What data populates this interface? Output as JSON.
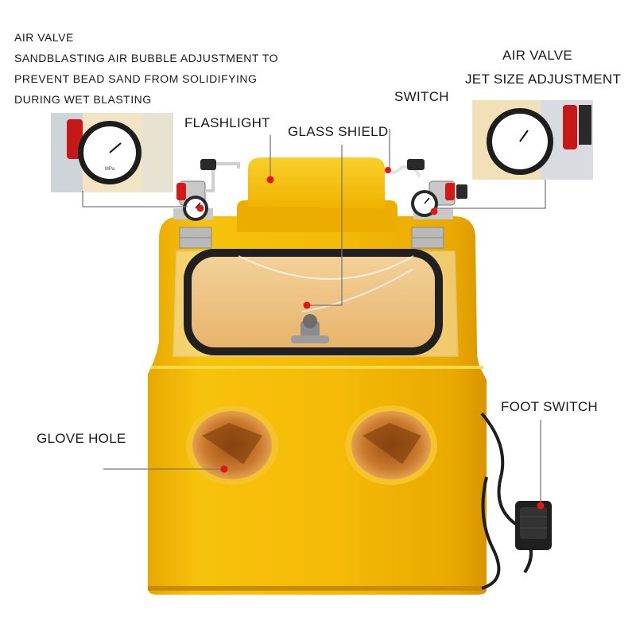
{
  "callouts": {
    "left_valve_title": "AIR VALVE",
    "left_valve_desc": [
      "SANDBLASTING AIR BUBBLE ADJUSTMENT TO",
      "PREVENT BEAD SAND FROM SOLIDIFYING",
      "DURING WET BLASTING"
    ],
    "right_valve_title": "AIR VALVE",
    "right_valve_desc": "JET SIZE ADJUSTMENT",
    "switch": "SWITCH",
    "flashlight": "FLASHLIGHT",
    "glass_shield": "GLASS SHIELD",
    "glove_hole": "GLOVE HOLE",
    "foot_switch": "FOOT SWITCH"
  },
  "colors": {
    "cabinet": "#f2b705",
    "cabinet_shade": "#d99a00",
    "marker": "#e01818",
    "leader": "#7a7a7a",
    "glove": "#c87a2a"
  }
}
